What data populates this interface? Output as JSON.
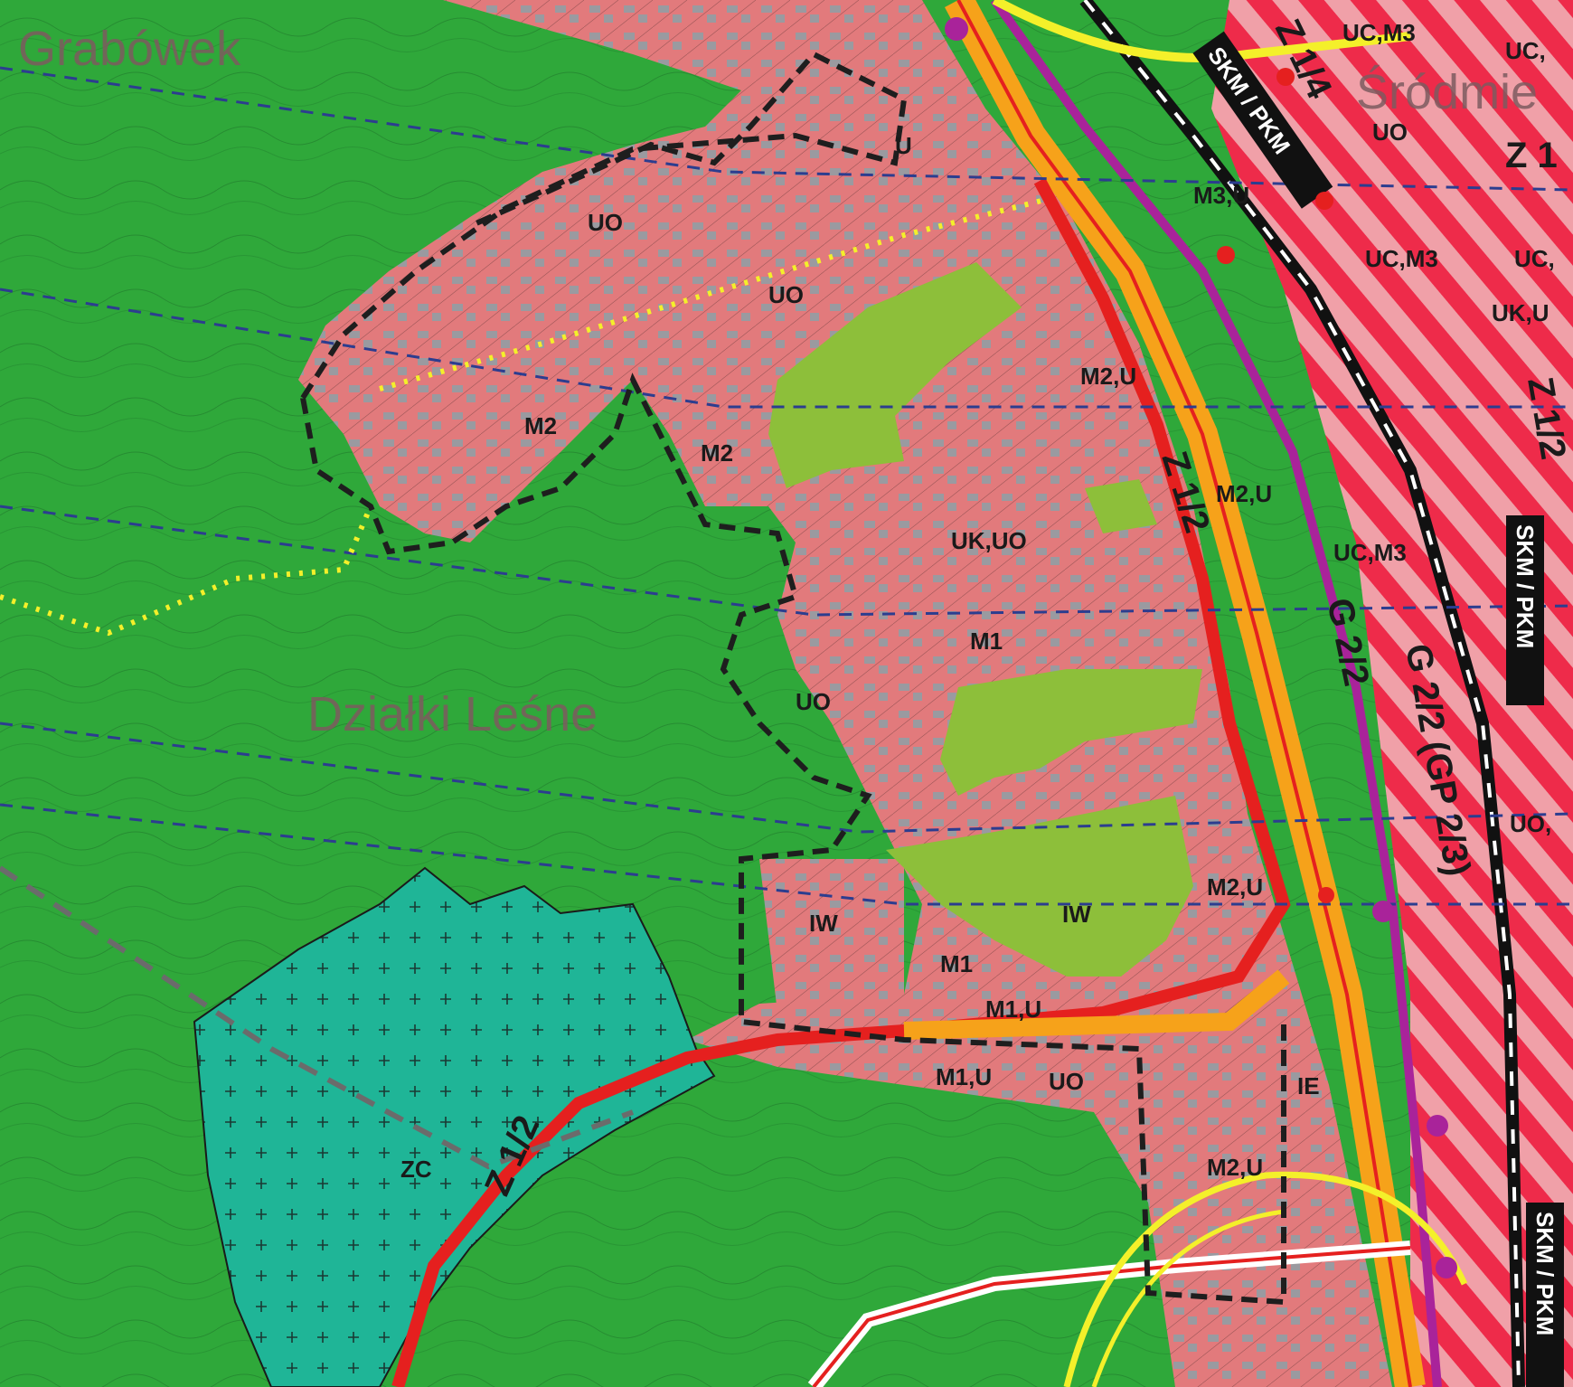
{
  "map": {
    "places": [
      {
        "id": "grabowek",
        "text": "Grabówek"
      },
      {
        "id": "srodmiescie",
        "text": "Śródmie"
      },
      {
        "id": "dzialki",
        "text": "Działki Leśne"
      }
    ],
    "zones": [
      {
        "id": "uo1",
        "text": "UO"
      },
      {
        "id": "u1",
        "text": "U"
      },
      {
        "id": "uo2",
        "text": "UO"
      },
      {
        "id": "m2a",
        "text": "M2"
      },
      {
        "id": "m2b",
        "text": "M2"
      },
      {
        "id": "m2u1",
        "text": "M2,U"
      },
      {
        "id": "m2u2",
        "text": "M2,U"
      },
      {
        "id": "ukuo",
        "text": "UK,UO"
      },
      {
        "id": "m1a",
        "text": "M1"
      },
      {
        "id": "uo3",
        "text": "UO"
      },
      {
        "id": "iw1",
        "text": "IW"
      },
      {
        "id": "iw2",
        "text": "IW"
      },
      {
        "id": "m1b",
        "text": "M1"
      },
      {
        "id": "m1u1",
        "text": "M1,U"
      },
      {
        "id": "m1u2",
        "text": "M1,U"
      },
      {
        "id": "uo4",
        "text": "UO"
      },
      {
        "id": "ie",
        "text": "IE"
      },
      {
        "id": "m2u3",
        "text": "M2,U"
      },
      {
        "id": "m2u4",
        "text": "M2,U"
      },
      {
        "id": "zc",
        "text": "ZC"
      },
      {
        "id": "ucm3a",
        "text": "UC,M3"
      },
      {
        "id": "ucm3b",
        "text": "UC,M3"
      },
      {
        "id": "ucm3c",
        "text": "UC,M3"
      },
      {
        "id": "uc1",
        "text": "UC,"
      },
      {
        "id": "uc2",
        "text": "UC,"
      },
      {
        "id": "uo5",
        "text": "UO"
      },
      {
        "id": "m3u",
        "text": "M3,U"
      },
      {
        "id": "uku",
        "text": "UK,U"
      },
      {
        "id": "uo6",
        "text": "UO,"
      }
    ],
    "roads": [
      {
        "id": "z12a",
        "text": "Z 1/2"
      },
      {
        "id": "z12b",
        "text": "Z 1/2"
      },
      {
        "id": "g22a",
        "text": "G 2/2"
      },
      {
        "id": "g22b",
        "text": "G 2/2 (GP 2/3)"
      },
      {
        "id": "z14",
        "text": "Z 1/4"
      },
      {
        "id": "z1",
        "text": "Z 1"
      },
      {
        "id": "z12c",
        "text": "Z 1/2"
      }
    ],
    "rail": [
      {
        "id": "skm1",
        "text": "SKM / PKM"
      },
      {
        "id": "skm2",
        "text": "SKM / PKM"
      },
      {
        "id": "skm3",
        "text": "SKM / PKM"
      }
    ],
    "colors": {
      "forest": "#2fa83a",
      "residential": "#e27a7c",
      "greenspace": "#8dbf3a",
      "cemetery": "#1fb597",
      "city_center": "#ee2b4a",
      "main_road": "#f6a21a",
      "road_edge": "#e5201f",
      "railway": "#111111",
      "tram": "#a9239a",
      "power_line": "#f4f02a",
      "boundary": "#1e1e1e",
      "contour": "#2c3d8f"
    }
  }
}
